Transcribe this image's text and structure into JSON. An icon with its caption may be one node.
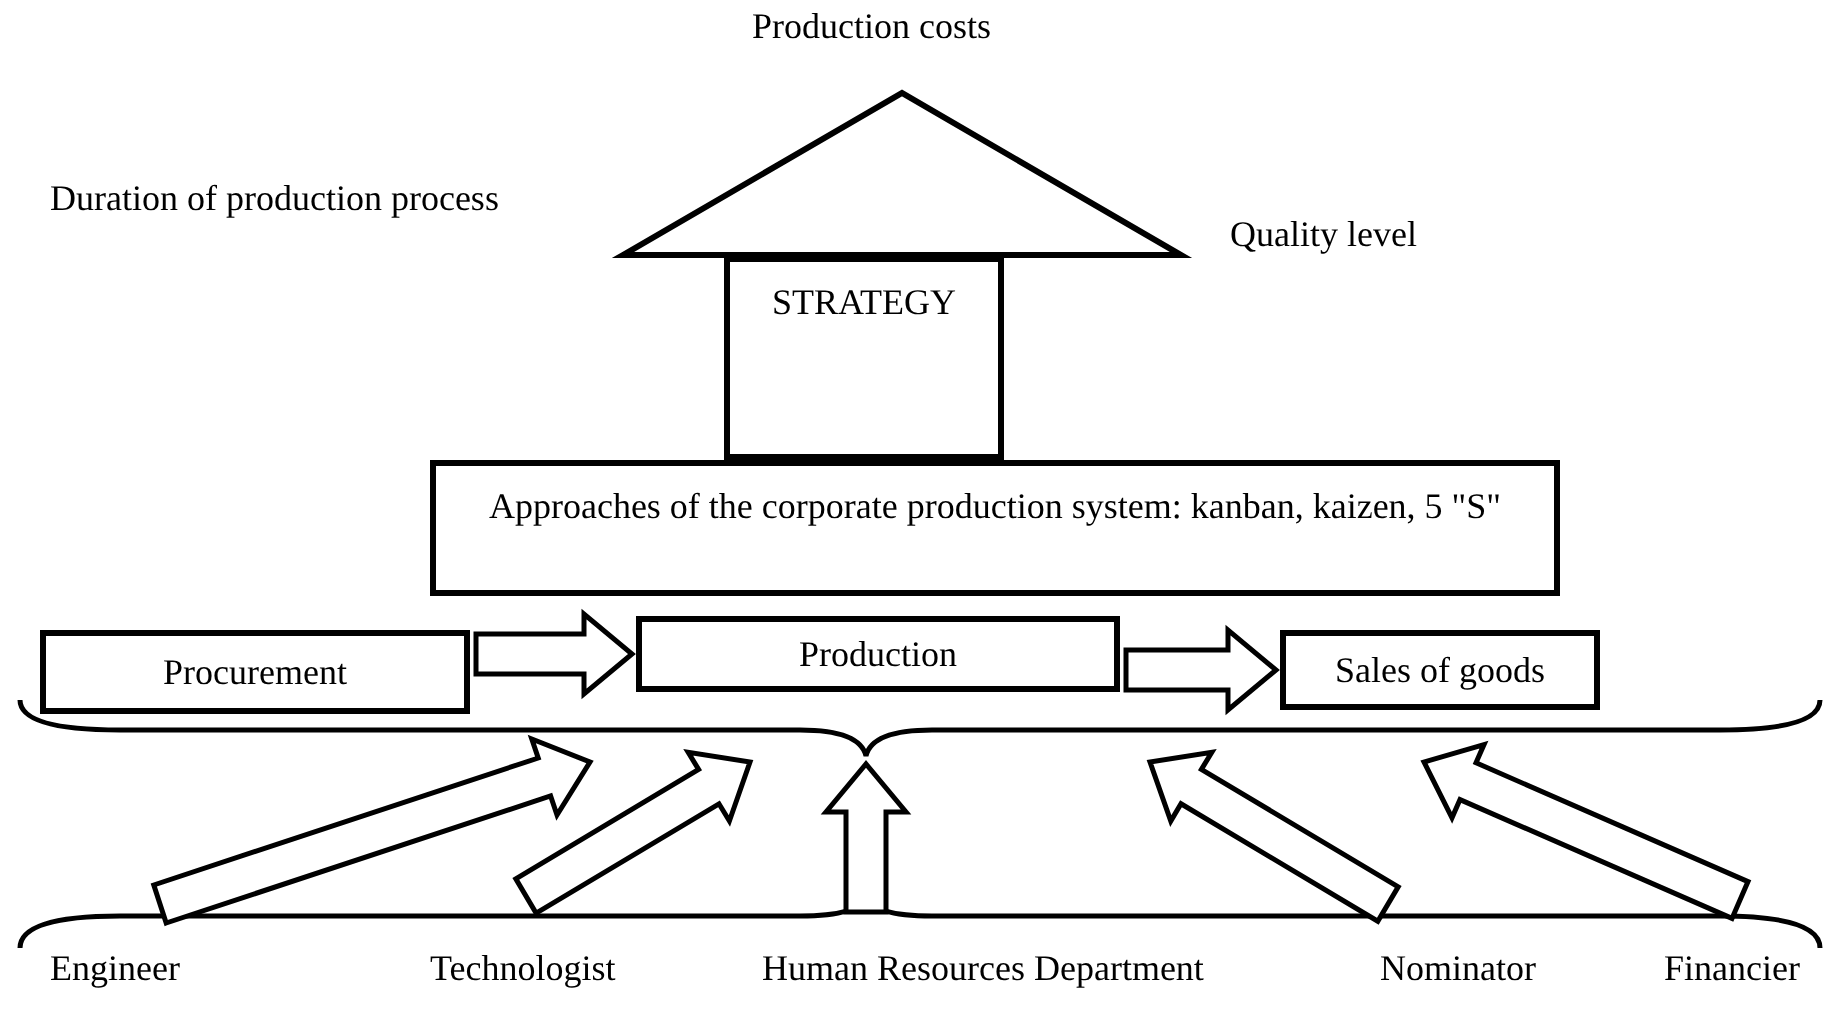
{
  "diagram": {
    "nodes": [
      {
        "text": [],
        "shape": "triangle",
        "beside": [
          "Production costs",
          "Duration of production process",
          "Quality level"
        ]
      },
      {
        "text": [
          "STRATEGY"
        ]
      },
      {
        "text": [
          "Approaches of the corporate production system: kanban, kaizen, 5 \"S\""
        ]
      },
      {
        "text": [
          "Procurement"
        ]
      },
      {
        "text": [
          "Production"
        ]
      },
      {
        "text": [
          "Sales of goods"
        ]
      },
      {
        "text": [
          "Engineer"
        ]
      },
      {
        "text": [
          "Technologist"
        ]
      },
      {
        "text": [
          "Human Resources Department"
        ]
      },
      {
        "text": [
          "Nominator"
        ]
      },
      {
        "text": [
          "Financier"
        ]
      }
    ],
    "edges": [
      {
        "from": 3,
        "to": 4,
        "arrow": "to"
      },
      {
        "from": 4,
        "to": 5,
        "arrow": "to"
      },
      {
        "from": 6,
        "to": null,
        "arrow": "to"
      },
      {
        "from": 7,
        "to": null,
        "arrow": "to"
      },
      {
        "from": 8,
        "to": null,
        "arrow": "to"
      },
      {
        "from": 9,
        "to": null,
        "arrow": "to"
      },
      {
        "from": 10,
        "to": null,
        "arrow": "to"
      }
    ]
  }
}
